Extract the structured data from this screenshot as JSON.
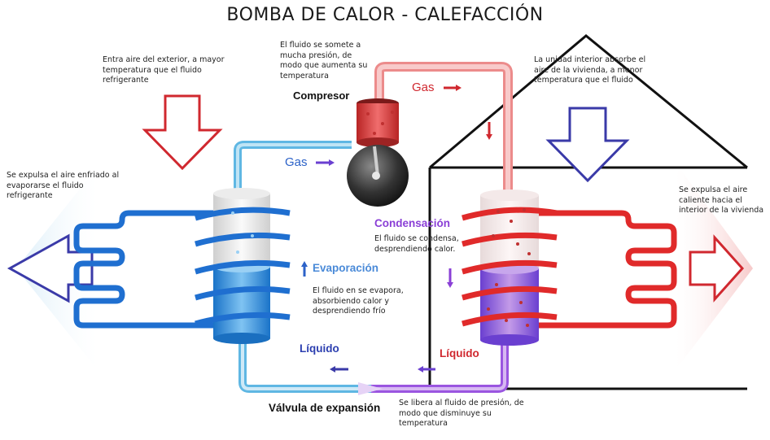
{
  "title": "BOMBA DE CALOR - CALEFACCIÓN",
  "colors": {
    "cold_blue": "#2f7fd0",
    "hot_red": "#e03a3a",
    "purple": "#8a3fd6",
    "arrow_red": "#d0282f",
    "arrow_blue": "#3a3aa8"
  },
  "annotations": {
    "outside_air_in": "Entra aire del exterior, a mayor temperatura que el fluido refrigerante",
    "compressor_desc": "El fluido se somete a mucha presión, de modo que aumenta su temperatura",
    "indoor_absorbs": "La unidad interior absorbe el aire de la vivienda, a menor temperatura que el fluido",
    "cold_air_out": "Se expulsa el aire enfriado al evaporarse el fluido refrigerante",
    "hot_air_out": "Se expulsa el aire caliente hacia el interior de la vivienda",
    "condensation_desc": "El fluido se condensa, desprendiendo calor.",
    "evaporation_desc": "El fluido en se evapora, absorbiendo calor y desprendiendo frío",
    "valve_desc": "Se libera al fluido de presión, de modo que disminuye su temperatura"
  },
  "labels": {
    "compressor": "Compresor",
    "gas_left": "Gas",
    "gas_right": "Gas",
    "condensation": "Condensación",
    "evaporation": "Evaporación",
    "liquid_left": "Líquido",
    "liquid_right": "Líquido",
    "expansion_valve": "Válvula de expansión"
  }
}
